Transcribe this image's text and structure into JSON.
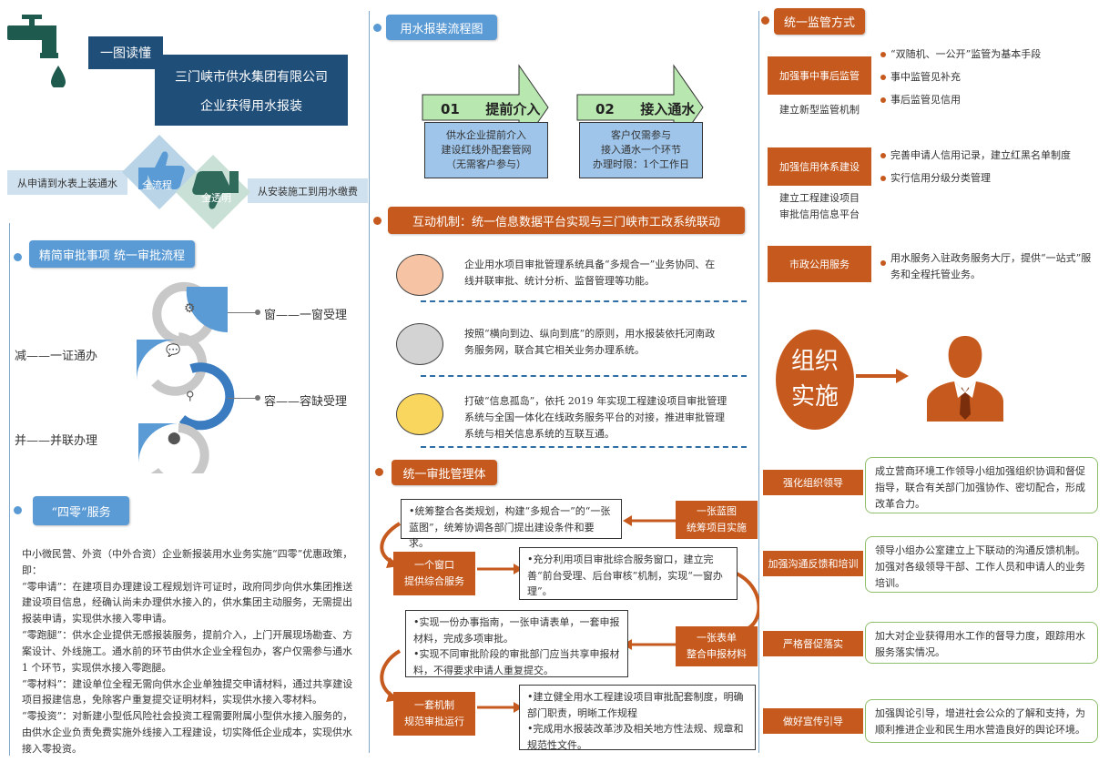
{
  "header": {
    "tag": "一图读懂",
    "title_line1": "三门峡市供水集团有限公司",
    "title_line2": "企业获得用水报装"
  },
  "intro": {
    "left_label": "从申请到水表上装通水",
    "thumb_left": "全流程",
    "thumb_right": "全透明",
    "right_label": "从安装施工到用水缴费"
  },
  "streamline": {
    "heading": "精简审批事项  统一审批流程",
    "items": [
      "窗——一窗受理",
      "减——一证通办",
      "容——容缺受理",
      "并——并联办理"
    ]
  },
  "four_zero": {
    "heading": "“四零”服务",
    "paragraphs": [
      "中小微民营、外资（中外合资）企业新报装用水业务实施“四零”优惠政策，即：",
      "“零申请”：在建项目办理建设工程规划许可证时，政府同步向供水集团推送建设项目信息，经确认尚未办理供水接入的，供水集团主动服务，无需提出报装申请，实现供水接入零申请。",
      "“零跑腿”：供水企业提供无感报装服务，提前介入，上门开展现场勘查、方案设计、外线施工。通水前的环节由供水企业全程包办，客户仅需参与通水 1 个环节，实现供水接入零跑腿。",
      "“零材料”：建设单位全程无需向供水企业单独提交申请材料，通过共享建设项目报建信息，免除客户重复提交证明材料，实现供水接入零材料。",
      "“零投资”：对新建小型低风险社会投资工程需要附属小型供水接入服务的，由供水企业负责免费实施外线接入工程建设，切实降低企业成本，实现供水接入零投资。"
    ]
  },
  "flow": {
    "heading": "用水报装流程图",
    "steps": [
      {
        "num": "01",
        "title": "提前介入",
        "desc": "供水企业提前介入\n建设红线外配套管网\n（无需客户参与）"
      },
      {
        "num": "02",
        "title": "接入通水",
        "desc": "客户仅需参与\n接入通水一个环节\n办理时限：1个工作日"
      }
    ]
  },
  "interact": {
    "heading": "互动机制：统一信息数据平台实现与三门峡市工改系统联动",
    "items": [
      "企业用水项目审批管理系统具备“多规合一”业务协同、在线并联审批、统计分析、监督管理等功能。",
      "按照“横向到边、纵向到底”的原则，用水报装依托河南政务服务网，联合其它相关业务办理系统。",
      "打破“信息孤岛”，依托 2019 年实现工程建设项目审批管理系统与全国一体化在线政务服务平台的对接，推进审批管理系统与相关信息系统的互联互通。"
    ],
    "colors": [
      "#f6c4a4",
      "#d3d3d3",
      "#f9d75e"
    ]
  },
  "unified": {
    "heading": "统一审批管理体",
    "rows": [
      {
        "label": "一张蓝图\n统筹项目实施",
        "text": "•统筹整合各类规划，构建“多规合一”的“一张蓝图”，统筹协调各部门提出建设条件和要求。"
      },
      {
        "label": "一个窗口\n提供综合服务",
        "text": "•充分利用项目审批综合服务窗口，建立完善“前台受理、后台审核”机制，实现“一窗办理”。"
      },
      {
        "label": "一张表单\n整合申报材料",
        "text": "•实现一份办事指南，一张申请表单，一套申报材料，完成多项审批。\n•实现不同审批阶段的审批部门应当共享申报材料，不得要求申请人重复提交。"
      },
      {
        "label": "一套机制\n规范审批运行",
        "text": "•建立健全用水工程建设项目审批配套制度，明确部门职责，明晰工作规程\n•完成用水报装改革涉及相关地方性法规、规章和规范性文件。"
      }
    ]
  },
  "supervision": {
    "heading": "统一监管方式",
    "groups": [
      {
        "label": "加强事中事后监管",
        "sub": "建立新型监管机制",
        "bullets": [
          "“双随机、一公开”监管为基本手段",
          "事中监管见补充",
          "事后监管见信用"
        ]
      },
      {
        "label": "加强信用体系建设",
        "sub": "建立工程建设项目\n审批信用信息平台",
        "bullets": [
          "完善申请人信用记录，建立红黑名单制度",
          "实行信用分级分类管理"
        ]
      },
      {
        "label": "市政公用服务",
        "sub": "",
        "bullets": [
          "用水服务入驻政务服务大厅，提供“一站式”服务和全程托管业务。"
        ]
      }
    ]
  },
  "organize": {
    "title_line1": "组织",
    "title_line2": "实施",
    "rows": [
      {
        "label": "强化组织领导",
        "text": "成立营商环境工作领导小组加强组织协调和督促指导，联合有关部门加强协作、密切配合，形成改革合力。"
      },
      {
        "label": "加强沟通反馈和培训",
        "text": "领导小组办公室建立上下联动的沟通反馈机制。加强对各级领导干部、工作人员和申请人的业务培训。"
      },
      {
        "label": "严格督促落实",
        "text": "加大对企业获得用水工作的督导力度，跟踪用水服务落实情况。"
      },
      {
        "label": "做好宣传引导",
        "text": "加强舆论引导，增进社会公众的了解和支持，为顺利推进企业和民生用水营造良好的舆论环境。"
      }
    ]
  },
  "colors": {
    "navy": "#1f4e79",
    "blue": "#5b9bd5",
    "orange": "#c65a1e",
    "green": "#8fbf6a",
    "teal": "#1f5a4e"
  }
}
